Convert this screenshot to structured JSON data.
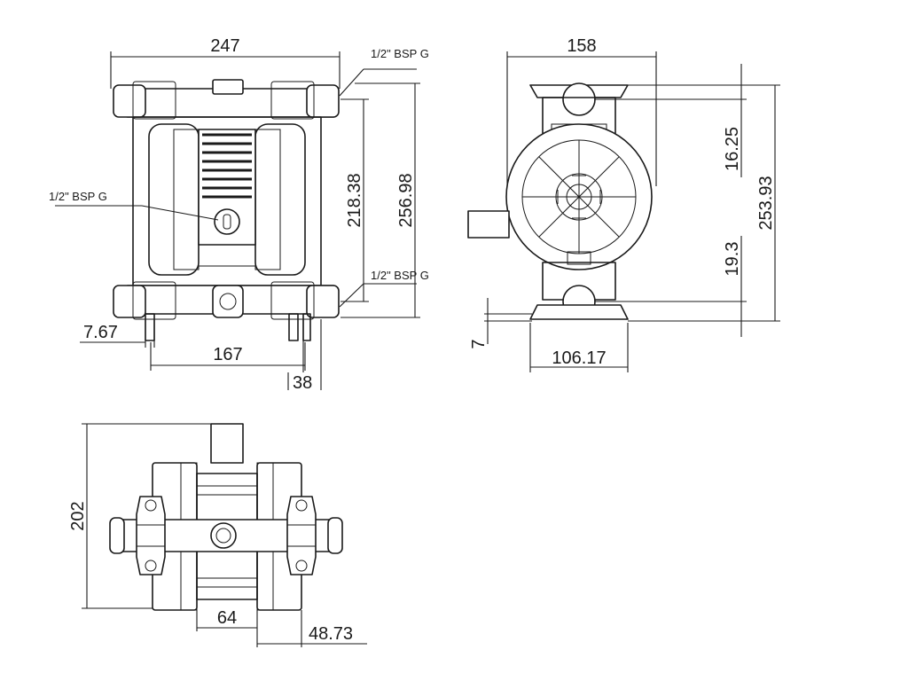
{
  "front_view": {
    "overall_width": "247",
    "port_top": "1/2\" BSP G",
    "port_air": "1/2\" BSP G",
    "port_bottom": "1/2\" BSP G",
    "height_inner": "218.38",
    "height_outer": "256.98",
    "foot_offset": "7.67",
    "mount_width": "167",
    "foot_width": "38"
  },
  "side_view": {
    "overall_width": "158",
    "top_offset": "16.25",
    "overall_height": "253.93",
    "bottom_offset": "19.3",
    "base_height": "7",
    "base_width": "106.17"
  },
  "top_view": {
    "overall_depth": "202",
    "center_spacing": "64",
    "port_offset": "48.73"
  }
}
